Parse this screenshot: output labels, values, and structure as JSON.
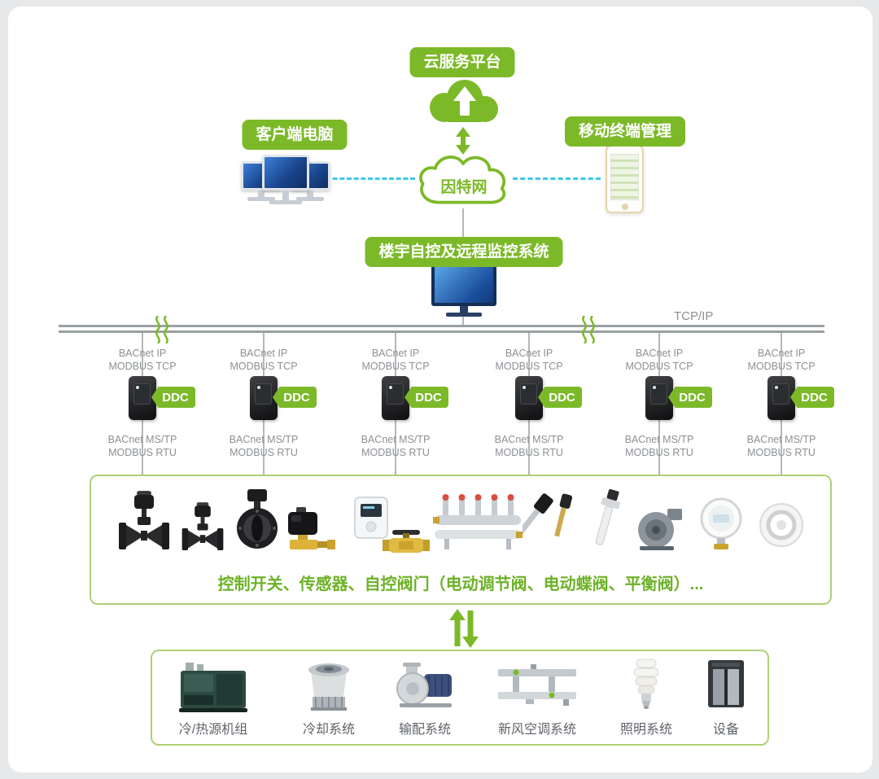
{
  "colors": {
    "accent_green": "#7cb929",
    "box_border_green": "#aed178",
    "link_cyan": "#3cc6ee",
    "bus_gray": "#9aa0a3",
    "protocol_text_gray": "#8c9094"
  },
  "header": {
    "cloud_platform_label": "云服务平台",
    "client_pc_label": "客户端电脑",
    "internet_label": "因特网",
    "mobile_label": "移动终端管理",
    "bas_label": "楼宇自控及远程监控系统"
  },
  "bus": {
    "protocol_label": "TCP/IP"
  },
  "ddc": {
    "column_count": 6,
    "upper_protocol_line1": "BACnet IP",
    "upper_protocol_line2": "MODBUS TCP",
    "tag_label": "DDC",
    "lower_protocol_line1": "BACnet MS/TP",
    "lower_protocol_line2": "MODBUS RTU"
  },
  "field_devices": {
    "caption": "控制开关、传感器、自控阀门（电动调节阀、电动蝶阀、平衡阀）...",
    "icons": [
      "globe-valve-icon",
      "globe-valve-small-icon",
      "butterfly-valve-icon",
      "solenoid-valve-icon",
      "room-controller-icon",
      "brass-valve-icon",
      "manifold-icon",
      "temperature-sensor-icon",
      "duct-sensor-icon",
      "blower-fan-icon",
      "pressure-transmitter-icon",
      "round-sensor-icon"
    ]
  },
  "systems": {
    "items": [
      {
        "label": "冷/热源机组",
        "icon": "chiller-icon"
      },
      {
        "label": "冷却系统",
        "icon": "cooling-tower-icon"
      },
      {
        "label": "输配系统",
        "icon": "pump-icon"
      },
      {
        "label": "新风空调系统",
        "icon": "air-duct-icon"
      },
      {
        "label": "照明系统",
        "icon": "light-bulb-icon"
      },
      {
        "label": "设备",
        "icon": "elevator-icon"
      }
    ]
  }
}
